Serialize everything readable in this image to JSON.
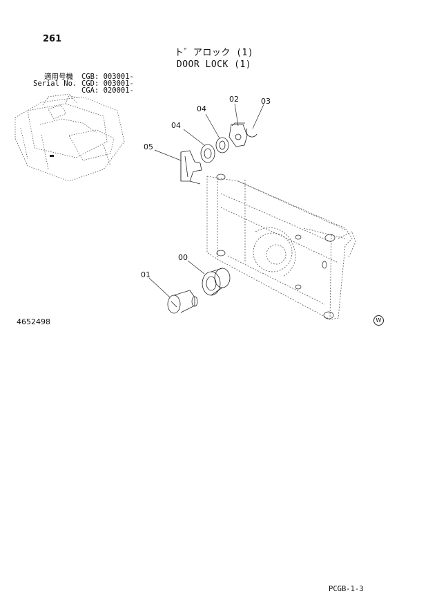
{
  "page": {
    "number": "261",
    "code": "PCGB-1-3"
  },
  "title": {
    "ja": "ト゛アロック (1)",
    "en": "DOOR LOCK (1)"
  },
  "serial": {
    "label_ja": "適用号機",
    "label_en": "Serial No.",
    "entries": [
      "CGB: 003001-",
      "CGD: 003001-",
      "CGA: 020001-"
    ]
  },
  "callouts": {
    "c00": "00",
    "c01": "01",
    "c02": "02",
    "c03": "03",
    "c04a": "04",
    "c04b": "04",
    "c05": "05"
  },
  "drawing_number": "4652498",
  "w_mark": "W"
}
